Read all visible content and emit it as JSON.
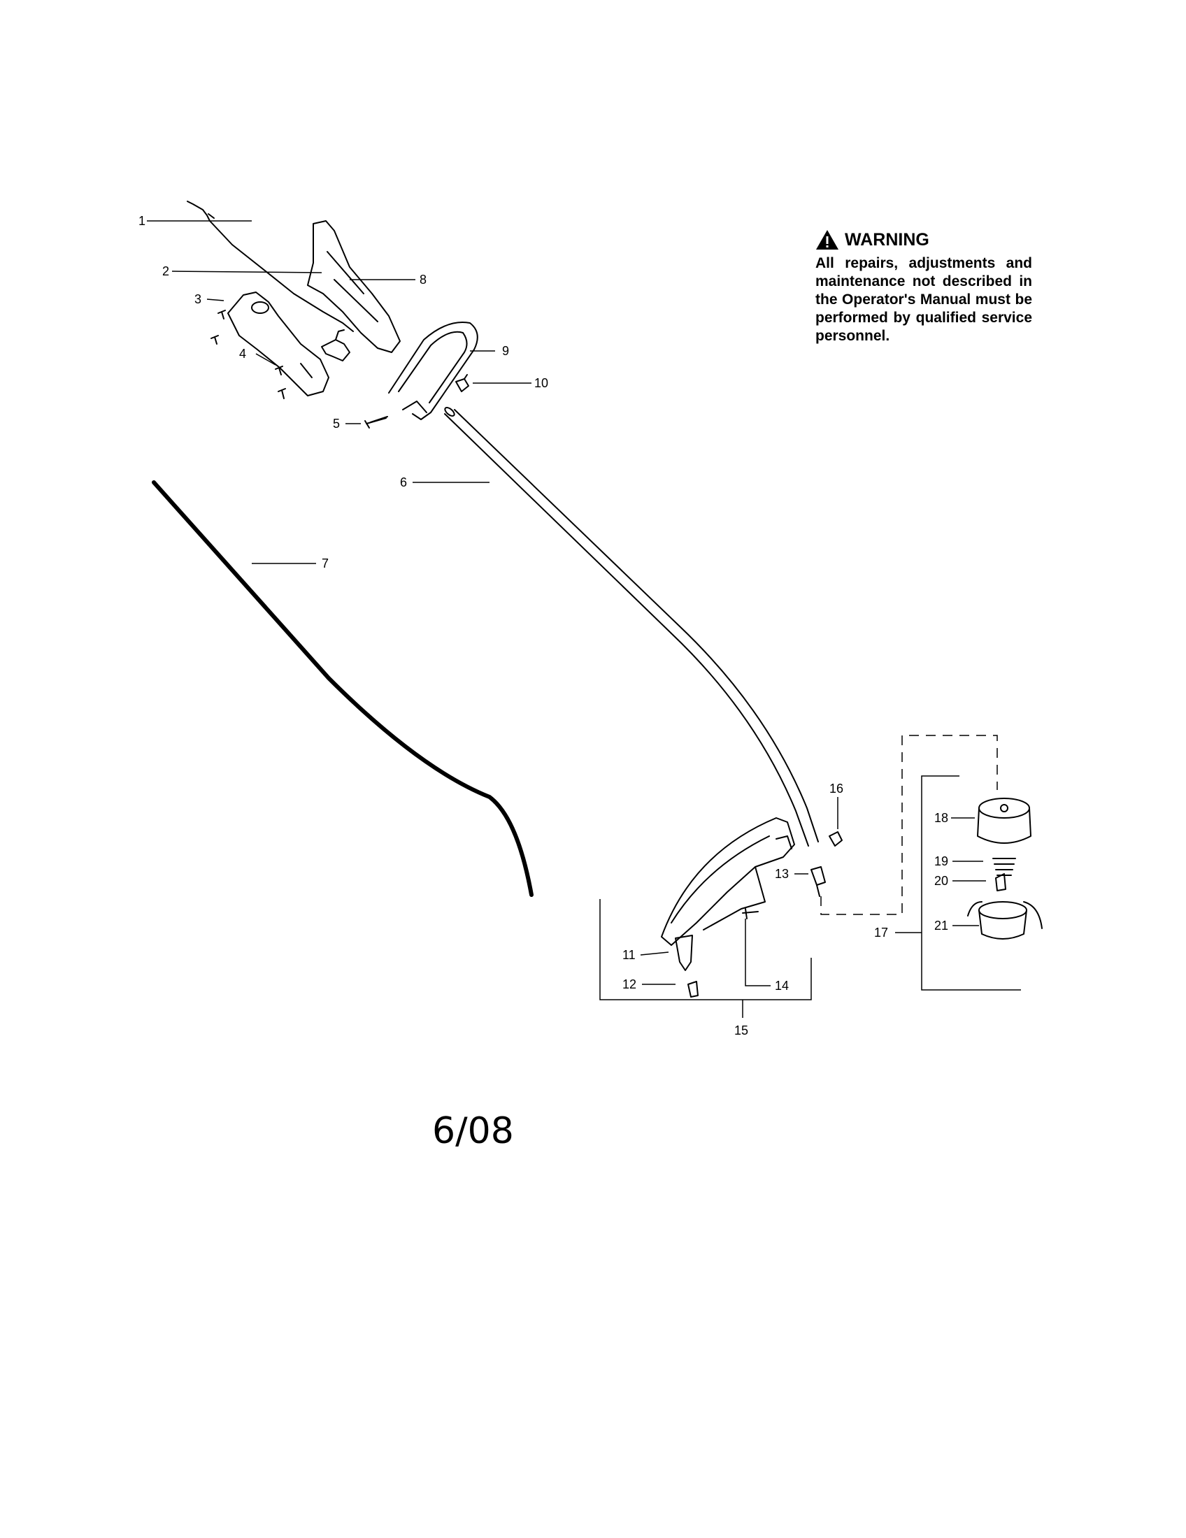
{
  "warning": {
    "title": "WARNING",
    "text": "All repairs, adjustments and maintenance not described in the Operator's Manual must be performed by qualified service personnel."
  },
  "date_code": "6/08",
  "parts": [
    {
      "id": "1",
      "label": "1"
    },
    {
      "id": "2",
      "label": "2"
    },
    {
      "id": "3",
      "label": "3"
    },
    {
      "id": "4",
      "label": "4"
    },
    {
      "id": "5",
      "label": "5"
    },
    {
      "id": "6",
      "label": "6"
    },
    {
      "id": "7",
      "label": "7"
    },
    {
      "id": "8",
      "label": "8"
    },
    {
      "id": "9",
      "label": "9"
    },
    {
      "id": "10",
      "label": "10"
    },
    {
      "id": "11",
      "label": "11"
    },
    {
      "id": "12",
      "label": "12"
    },
    {
      "id": "13",
      "label": "13"
    },
    {
      "id": "14",
      "label": "14"
    },
    {
      "id": "15",
      "label": "15"
    },
    {
      "id": "16",
      "label": "16"
    },
    {
      "id": "17",
      "label": "17"
    },
    {
      "id": "18",
      "label": "18"
    },
    {
      "id": "19",
      "label": "19"
    },
    {
      "id": "20",
      "label": "20"
    },
    {
      "id": "21",
      "label": "21"
    }
  ]
}
